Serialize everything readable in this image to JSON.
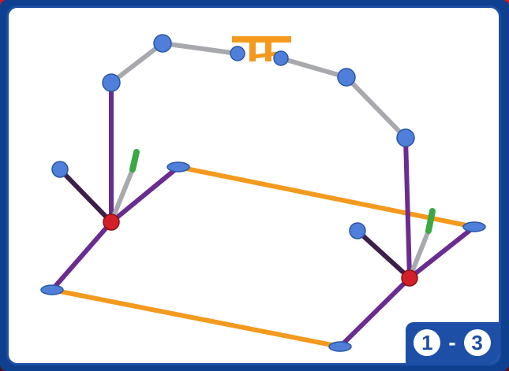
{
  "step": {
    "first": "1",
    "separator": "-",
    "second": "3"
  },
  "colors": {
    "frame": "#0f3f8f",
    "badge": "#1d4fa6",
    "rod_purple": "#6a2c91",
    "rod_orange": "#f39a1e",
    "rod_grey": "#a7a9ad",
    "rod_green": "#3aa845",
    "rod_dark_purple": "#3d1f4a",
    "connector_blue": "#4f7fd9",
    "connector_red": "#d32028"
  },
  "icons": [
    "building-model",
    "step-number-badge"
  ]
}
